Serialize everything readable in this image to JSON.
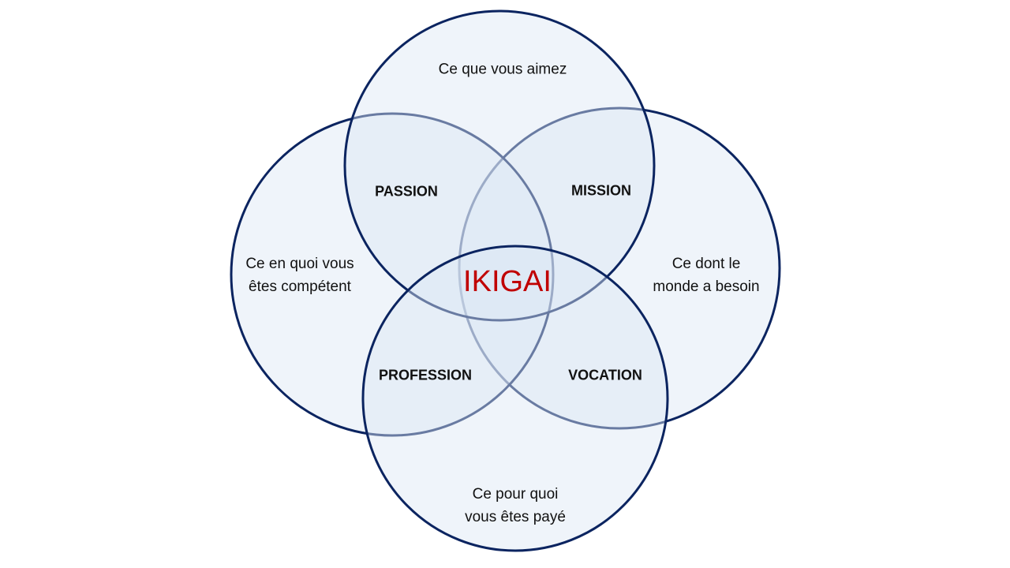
{
  "colors": {
    "stroke": "#0b2460",
    "fill": "#dbe6f5",
    "accent": "#c00000"
  },
  "circles": {
    "top": "Ce que vous aimez",
    "left_line1": "Ce en quoi vous",
    "left_line2": "êtes compétent",
    "right_line1": "Ce dont le",
    "right_line2": "monde a besoin",
    "bottom_line1": "Ce pour quoi",
    "bottom_line2": "vous êtes payé"
  },
  "overlaps": {
    "passion": "PASSION",
    "mission": "MISSION",
    "profession": "PROFESSION",
    "vocation": "VOCATION"
  },
  "center": "IKIGAI"
}
